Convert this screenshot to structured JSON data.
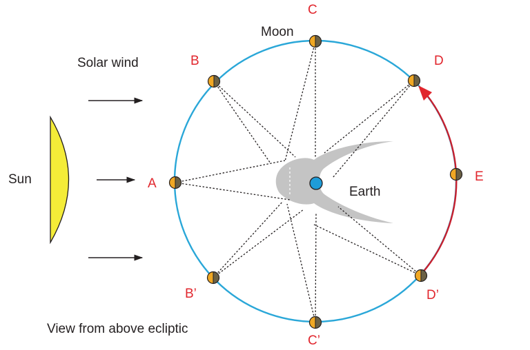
{
  "colors": {
    "orbit": "#2aa7d8",
    "arc": "#c8202e",
    "label_red": "#e1262d",
    "sun_fill": "#f4ec38",
    "moon_light": "#f0a824",
    "moon_dark": "#6b6145",
    "earth": "#1f9cd8",
    "magnetosphere": "#c4c4c4",
    "text": "#231f20"
  },
  "labels": {
    "sun": "Sun",
    "solar_wind": "Solar wind",
    "moon": "Moon",
    "earth": "Earth",
    "view_note": "View from above ecliptic"
  },
  "positions": {
    "A": "A",
    "B": "B",
    "C": "C",
    "D": "D",
    "E": "E",
    "B_prime": "B’",
    "C_prime": "C’",
    "D_prime": "D’"
  }
}
